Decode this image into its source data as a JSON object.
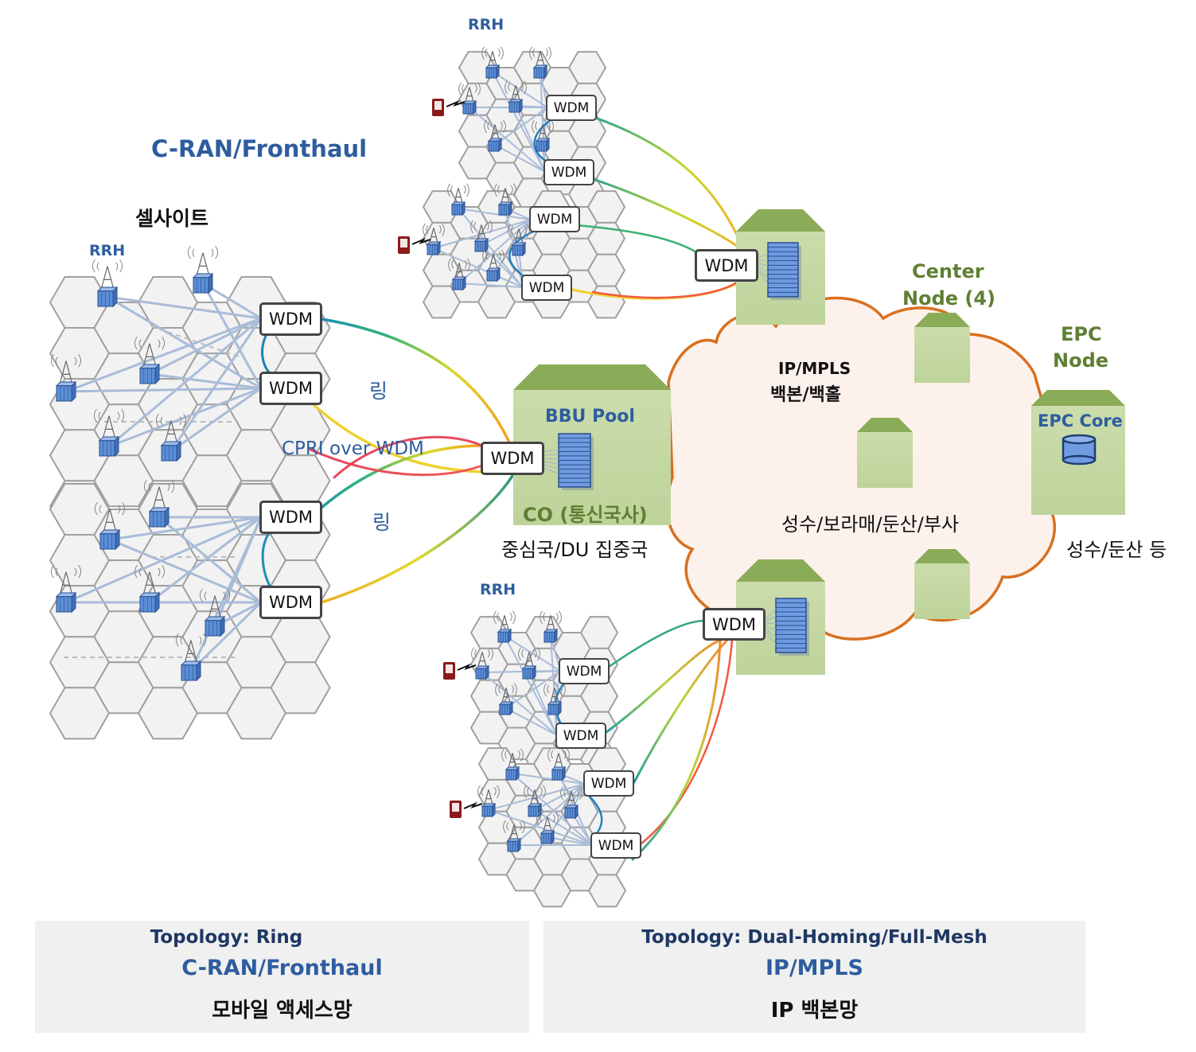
{
  "colors": {
    "cell_fill": "#f2f2f2",
    "cell_stroke": "#a0a0a0",
    "rrh_blue": "#5b8ed6",
    "link_blue": "#a9bcd8",
    "bldg_fill": "#c6d9a3",
    "bldg_top": "#8aab57",
    "cloud_fill": "#fdf1ec",
    "cloud_stroke": "#d8701f",
    "phone": "#8b1a1a",
    "title_blue": "#2e5d9f",
    "title_green": "#5f7f33"
  },
  "icons": [
    "cell-tower-icon",
    "rrh-box-icon",
    "phone-icon",
    "server-rack-icon",
    "database-icon",
    "building-icon",
    "cloud-icon"
  ],
  "labels": {
    "cran_fronthaul": "C-RAN/Fronthaul",
    "cell_site": "셀사이트",
    "rrh": "RRH",
    "ring": "링",
    "cpri_over_wdm": "CPRI over WDM",
    "bbu_pool": "BBU Pool",
    "co": "CO (통신국사)",
    "co_sub": "중심국/DU 집중국",
    "ip_mpls_line1": "IP/MPLS",
    "ip_mpls_line2": "백본/백홀",
    "center_node_line1": "Center",
    "center_node_line2": "Node (4)",
    "cities": "성수/보라매/둔산/부사",
    "epc_node_line1": "EPC",
    "epc_node_line2": "Node",
    "epc_core": "EPC Core",
    "epc_cities": "성수/둔산 등",
    "wdm": "WDM"
  },
  "panels": {
    "left": {
      "topology": "Topology: Ring",
      "name": "C-RAN/Fronthaul",
      "network": "모바일 액세스망"
    },
    "right": {
      "topology": "Topology: Dual-Homing/Full-Mesh",
      "name": "IP/MPLS",
      "network": "IP 백본망"
    }
  }
}
